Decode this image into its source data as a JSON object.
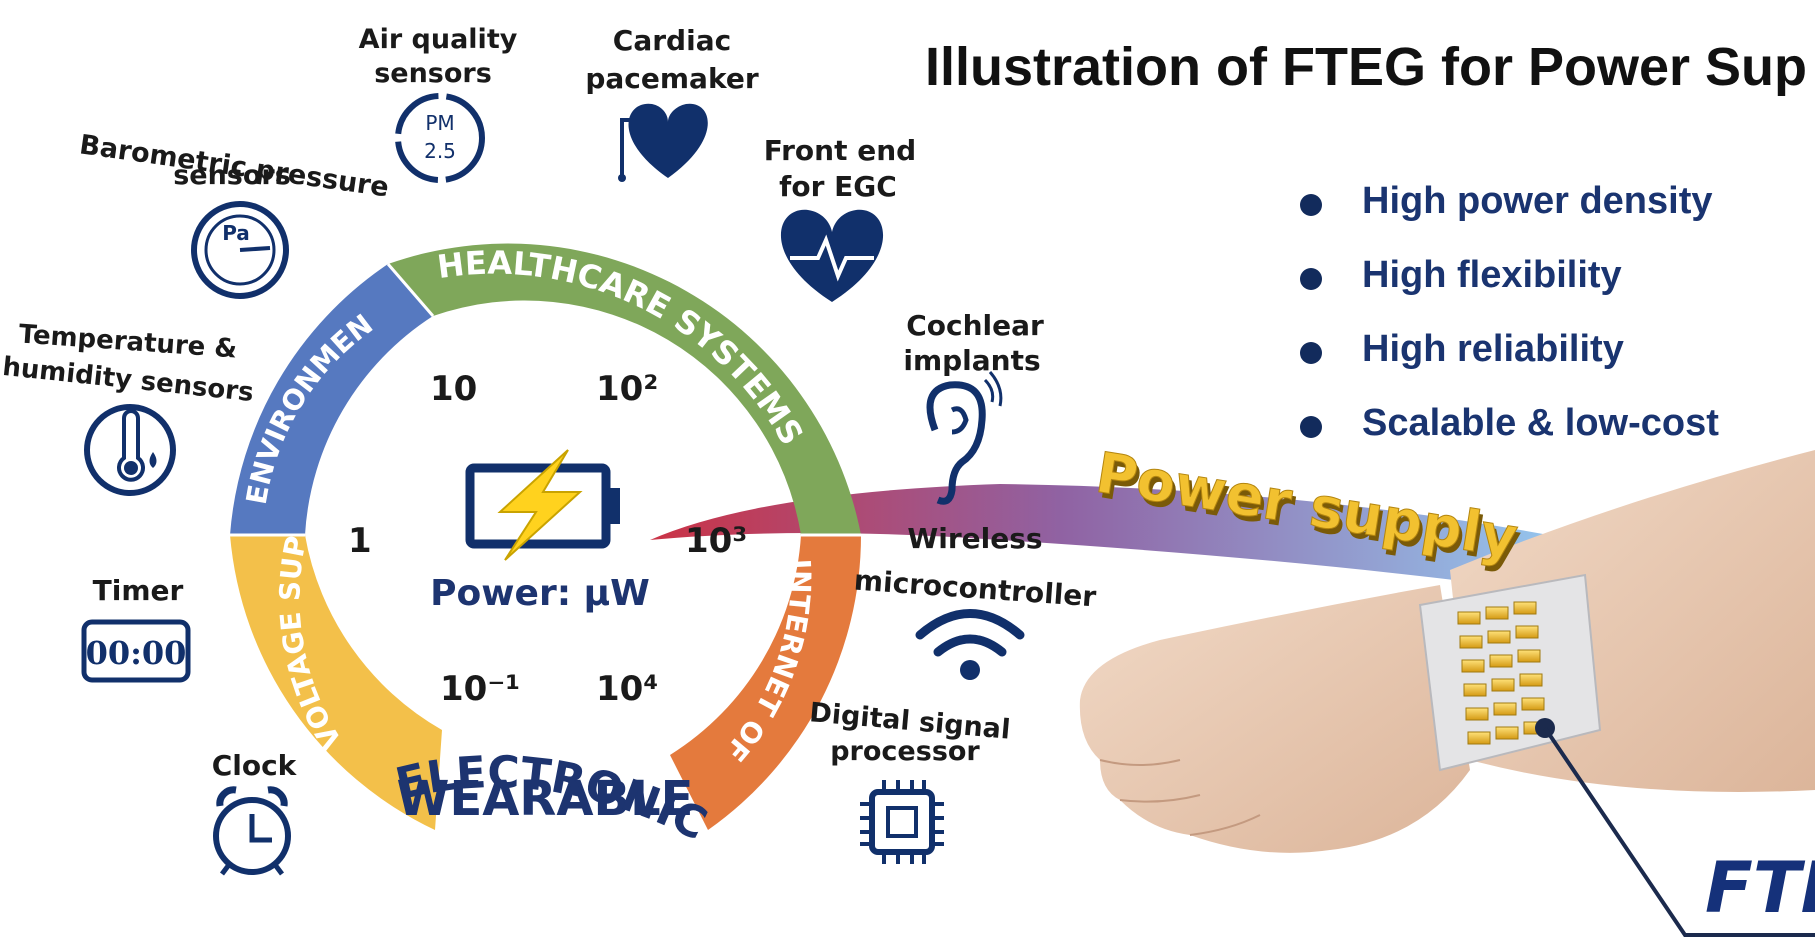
{
  "title": "Illustration of FTEG for Power Sup",
  "features": [
    "High power density",
    "High flexibility",
    "High reliability",
    "Scalable & low-cost"
  ],
  "ring": {
    "segments": [
      {
        "label": "HEALTHCARE SYSTEMS",
        "color": "#7fa75a"
      },
      {
        "label": "INTERNET OF THINGS",
        "color": "#e47a3d"
      },
      {
        "label": "VOLTAGE SUPERVISOR",
        "color": "#f3c04a"
      },
      {
        "label": "ENVIRONMENT MONITOR",
        "color": "#5679c0"
      }
    ],
    "scale": [
      "10",
      "10²",
      "10³",
      "10⁴",
      "10⁻¹",
      "1"
    ],
    "center_label": "Power: μW",
    "bottom_line1": "WEARABLE",
    "bottom_line2": "ELECTRONICS"
  },
  "devices": {
    "air_quality": {
      "line1": "Air quality",
      "line2": "sensors",
      "icon_line1": "PM",
      "icon_line2": "2.5"
    },
    "cardiac": {
      "line1": "Cardiac",
      "line2": "pacemaker"
    },
    "barometric": {
      "line1": "Barometric pressure",
      "line2": "sensors",
      "icon_text": "Pa"
    },
    "front_end": {
      "line1": "Front end",
      "line2": "for EGC"
    },
    "temperature": {
      "line1": "Temperature &",
      "line2": "humidity sensors"
    },
    "cochlear": {
      "line1": "Cochlear",
      "line2": "implants"
    },
    "timer": {
      "label": "Timer",
      "display": "00:00"
    },
    "wireless": {
      "line1": "Wireless",
      "line2": "microcontroller"
    },
    "clock": {
      "label": "Clock"
    },
    "dsp": {
      "line1": "Digital signal",
      "line2": "processor"
    }
  },
  "power_supply_label": "Power supply",
  "fteg_label": "FTE",
  "colors": {
    "navy": "#11306b",
    "healthcare": "#7fa75a",
    "iot": "#e47a3d",
    "voltage": "#f3c04a",
    "environment": "#5679c0",
    "gold": "#e3b02a"
  }
}
